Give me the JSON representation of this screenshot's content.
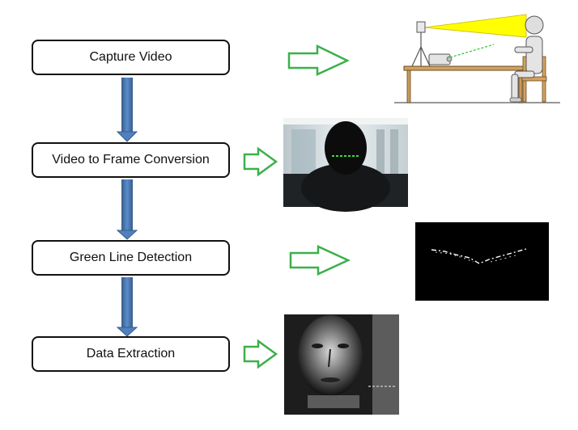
{
  "steps": [
    {
      "label": "Capture Video"
    },
    {
      "label": "Video to Frame Conversion"
    },
    {
      "label": "Green Line Detection"
    },
    {
      "label": "Data Extraction"
    }
  ],
  "colors": {
    "box_border": "#111111",
    "connector": "#4f81bd",
    "connector_dark": "#385d8a",
    "outline_arrow": "#3cb04a",
    "beam": "#ffff00",
    "laser": "#22cc22"
  },
  "images": [
    {
      "name": "setup-illustration",
      "description_icon": "desk-camera-projector-person"
    },
    {
      "name": "video-frame-photo",
      "description_icon": "person-with-green-line"
    },
    {
      "name": "green-line-mask",
      "description_icon": "binary-line-mask"
    },
    {
      "name": "extracted-data-image",
      "description_icon": "face-texture-map"
    }
  ]
}
